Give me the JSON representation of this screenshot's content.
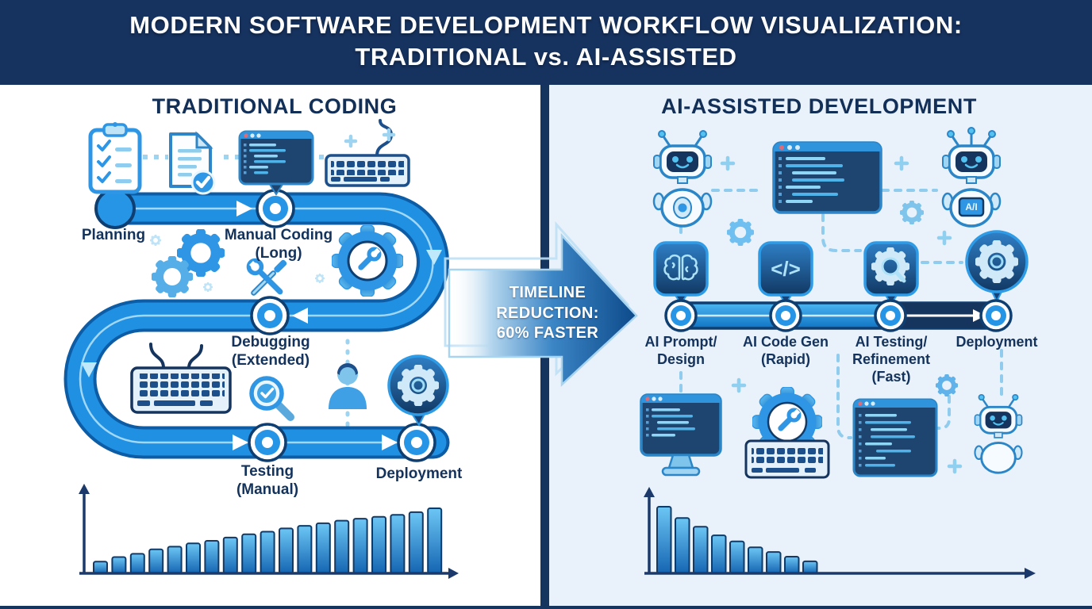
{
  "header": {
    "title_line1": "MODERN SOFTWARE DEVELOPMENT WORKFLOW VISUALIZATION:",
    "title_line2": "TRADITIONAL vs. AI-ASSISTED"
  },
  "left_panel": {
    "heading": "TRADITIONAL CODING",
    "stages": [
      {
        "lines": [
          "Planning"
        ]
      },
      {
        "lines": [
          "Manual Coding",
          "(Long)"
        ]
      },
      {
        "lines": [
          "Debugging",
          "(Extended)"
        ]
      },
      {
        "lines": [
          "Testing",
          "(Manual)"
        ]
      },
      {
        "lines": [
          "Deployment"
        ]
      }
    ],
    "icons": [
      "clipboard-checklist",
      "document-check",
      "code-editor-window",
      "keyboard",
      "gears",
      "crossed-tools",
      "gear-wrench",
      "keyboard-cables",
      "magnifier-check",
      "developer-person",
      "gear-balloon"
    ]
  },
  "center_arrow": {
    "lines": [
      "TIMELINE",
      "REDUCTION:",
      "60% FASTER"
    ]
  },
  "right_panel": {
    "heading": "AI-ASSISTED DEVELOPMENT",
    "robot_chest_text": "A/I",
    "code_glyph": "</>",
    "stages": [
      {
        "lines": [
          "AI Prompt/",
          "Design"
        ]
      },
      {
        "lines": [
          "AI Code Gen",
          "(Rapid)"
        ]
      },
      {
        "lines": [
          "AI Testing/",
          "Refinement",
          "(Fast)"
        ]
      },
      {
        "lines": [
          "Deployment"
        ]
      }
    ],
    "icons": [
      "robot",
      "code-editor-window",
      "robot-ai",
      "gear",
      "brain-badge",
      "code-badge",
      "gear-magnifier-badge",
      "gear-balloon",
      "monitor-code",
      "gear-wrench-keyboard",
      "code-window",
      "robot-assistant"
    ]
  },
  "chart_data": [
    {
      "id": "traditional-effort-over-time",
      "type": "bar",
      "panel": "left",
      "trend": "increasing",
      "title": "",
      "xlabel": "",
      "ylabel": "",
      "axis_tick_labels_visible": false,
      "values": [
        18,
        25,
        30,
        37,
        41,
        46,
        50,
        55,
        60,
        64,
        69,
        73,
        77,
        81,
        84,
        87,
        90,
        94,
        100
      ]
    },
    {
      "id": "ai-effort-over-time",
      "type": "bar",
      "panel": "right",
      "trend": "decreasing",
      "title": "",
      "xlabel": "",
      "ylabel": "",
      "axis_tick_labels_visible": false,
      "values": [
        100,
        83,
        70,
        57,
        48,
        39,
        32,
        25,
        18
      ]
    }
  ],
  "colors": {
    "header_navy": "#16325E",
    "divider_navy": "#16355E",
    "left_panel_bg": "#FFFFFF",
    "right_panel_bg": "#E9F1FA",
    "path_blue": "#1F8DE2",
    "accent_blue": "#2E96E4",
    "dark_badge_navy": "#16447A",
    "light_blue": "#BFE3F7",
    "text_navy": "#14335C",
    "white": "#FFFFFF"
  }
}
